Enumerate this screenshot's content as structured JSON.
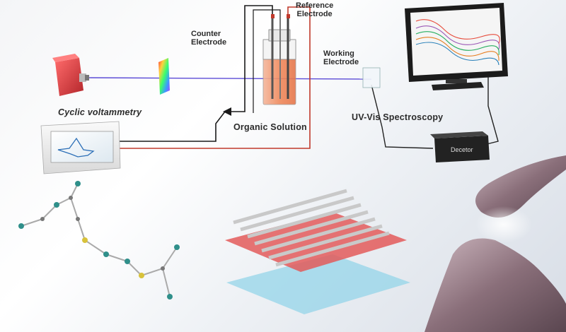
{
  "labels": {
    "reference_electrode": [
      "Reference",
      "Electrode"
    ],
    "counter_electrode": [
      "Counter",
      "Electrode"
    ],
    "working_electrode": [
      "Working",
      "Electrode"
    ],
    "cyclic_voltammetry": "Cyclic voltammetry",
    "organic_solution": "Organic Solution",
    "uv_vis": "UV-Vis Spectroscopy",
    "detector": "Decetor"
  },
  "colors": {
    "light_source": "#e23b3b",
    "beam": "#5b4bd6",
    "red_wire": "#c0392b",
    "black_wire": "#1a1a1a",
    "cell_solution": "#f08a5d",
    "molecule_n": "#2f8f8a",
    "molecule_s": "#d8c23a",
    "device_red": "#e35b5b",
    "device_blue": "#8fd3e8",
    "synapse": "#8a6f7a"
  },
  "icons": [
    "light-source-icon",
    "prism-icon",
    "monitor-icon",
    "detector-icon",
    "cv-instrument-icon",
    "molecule-icon",
    "crossbar-device-icon",
    "synapse-icon"
  ]
}
